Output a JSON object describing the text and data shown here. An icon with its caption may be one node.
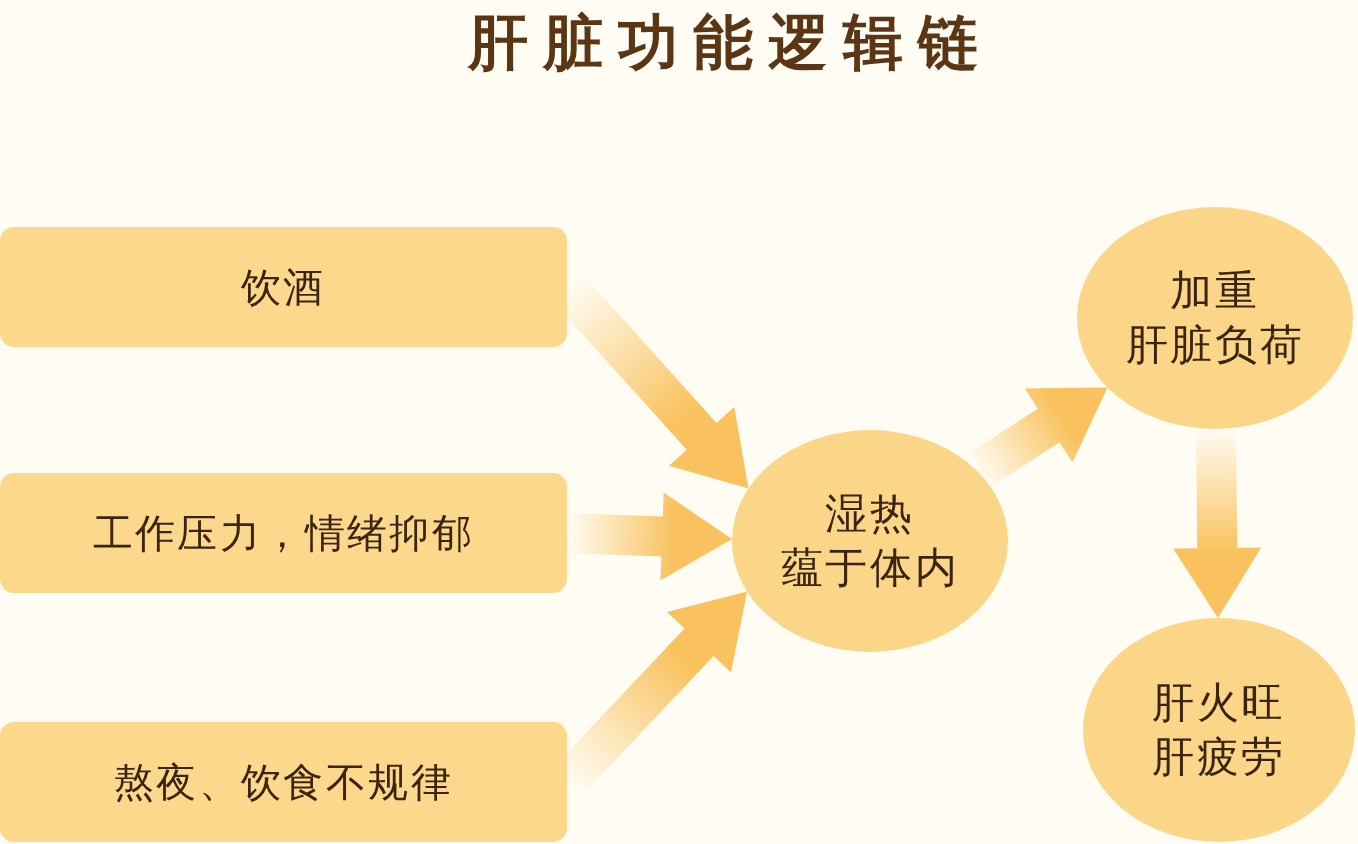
{
  "diagram": {
    "title": "肝脏功能逻辑链",
    "nodes": [
      {
        "text": [
          "饮酒"
        ]
      },
      {
        "text": [
          "工作压力，情绪抑郁"
        ]
      },
      {
        "text": [
          "熬夜、饮食不规律"
        ]
      },
      {
        "text": [
          "湿热",
          "蕴于体内"
        ]
      },
      {
        "text": [
          "加重",
          "肝脏负荷"
        ]
      },
      {
        "text": [
          "肝火旺",
          "肝疲劳"
        ]
      }
    ],
    "edges": [
      {
        "from": 0,
        "to": 3,
        "arrow": "to"
      },
      {
        "from": 1,
        "to": 3,
        "arrow": "to"
      },
      {
        "from": 2,
        "to": 3,
        "arrow": "to"
      },
      {
        "from": 3,
        "to": 4,
        "arrow": "to"
      },
      {
        "from": 4,
        "to": 5,
        "arrow": "to"
      }
    ]
  }
}
